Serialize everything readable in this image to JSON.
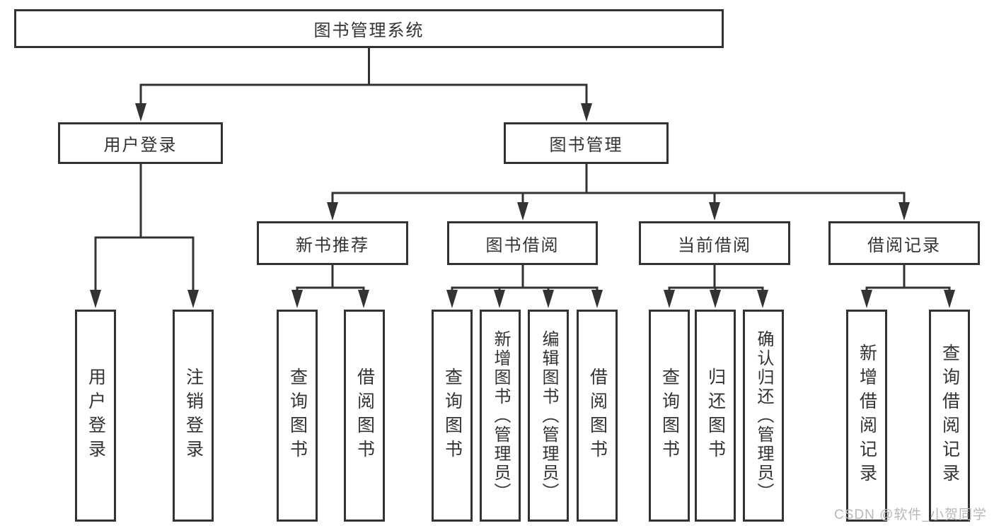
{
  "diagram": {
    "tree": {
      "label": "图书管理系统",
      "children": [
        {
          "label": "用户登录",
          "children": [
            {
              "label": "用户登录"
            },
            {
              "label": "注销登录"
            }
          ]
        },
        {
          "label": "图书管理",
          "children": [
            {
              "label": "新书推荐",
              "children": [
                {
                  "label": "查询图书"
                },
                {
                  "label": "借阅图书"
                }
              ]
            },
            {
              "label": "图书借阅",
              "children": [
                {
                  "label": "查询图书"
                },
                {
                  "label": "新增图书（管理员）"
                },
                {
                  "label": "编辑图书（管理员）"
                },
                {
                  "label": "借阅图书"
                }
              ]
            },
            {
              "label": "当前借阅",
              "children": [
                {
                  "label": "查询图书"
                },
                {
                  "label": "归还图书"
                },
                {
                  "label": "确认归还（管理员）"
                }
              ]
            },
            {
              "label": "借阅记录",
              "children": [
                {
                  "label": "新增借阅记录"
                },
                {
                  "label": "查询借阅记录"
                }
              ]
            }
          ]
        }
      ]
    }
  },
  "watermark": "CSDN @软件_小贺同学",
  "colors": {
    "line": "#333333",
    "text": "#333333",
    "background": "#ffffff",
    "watermark": "#b8b8b8"
  }
}
